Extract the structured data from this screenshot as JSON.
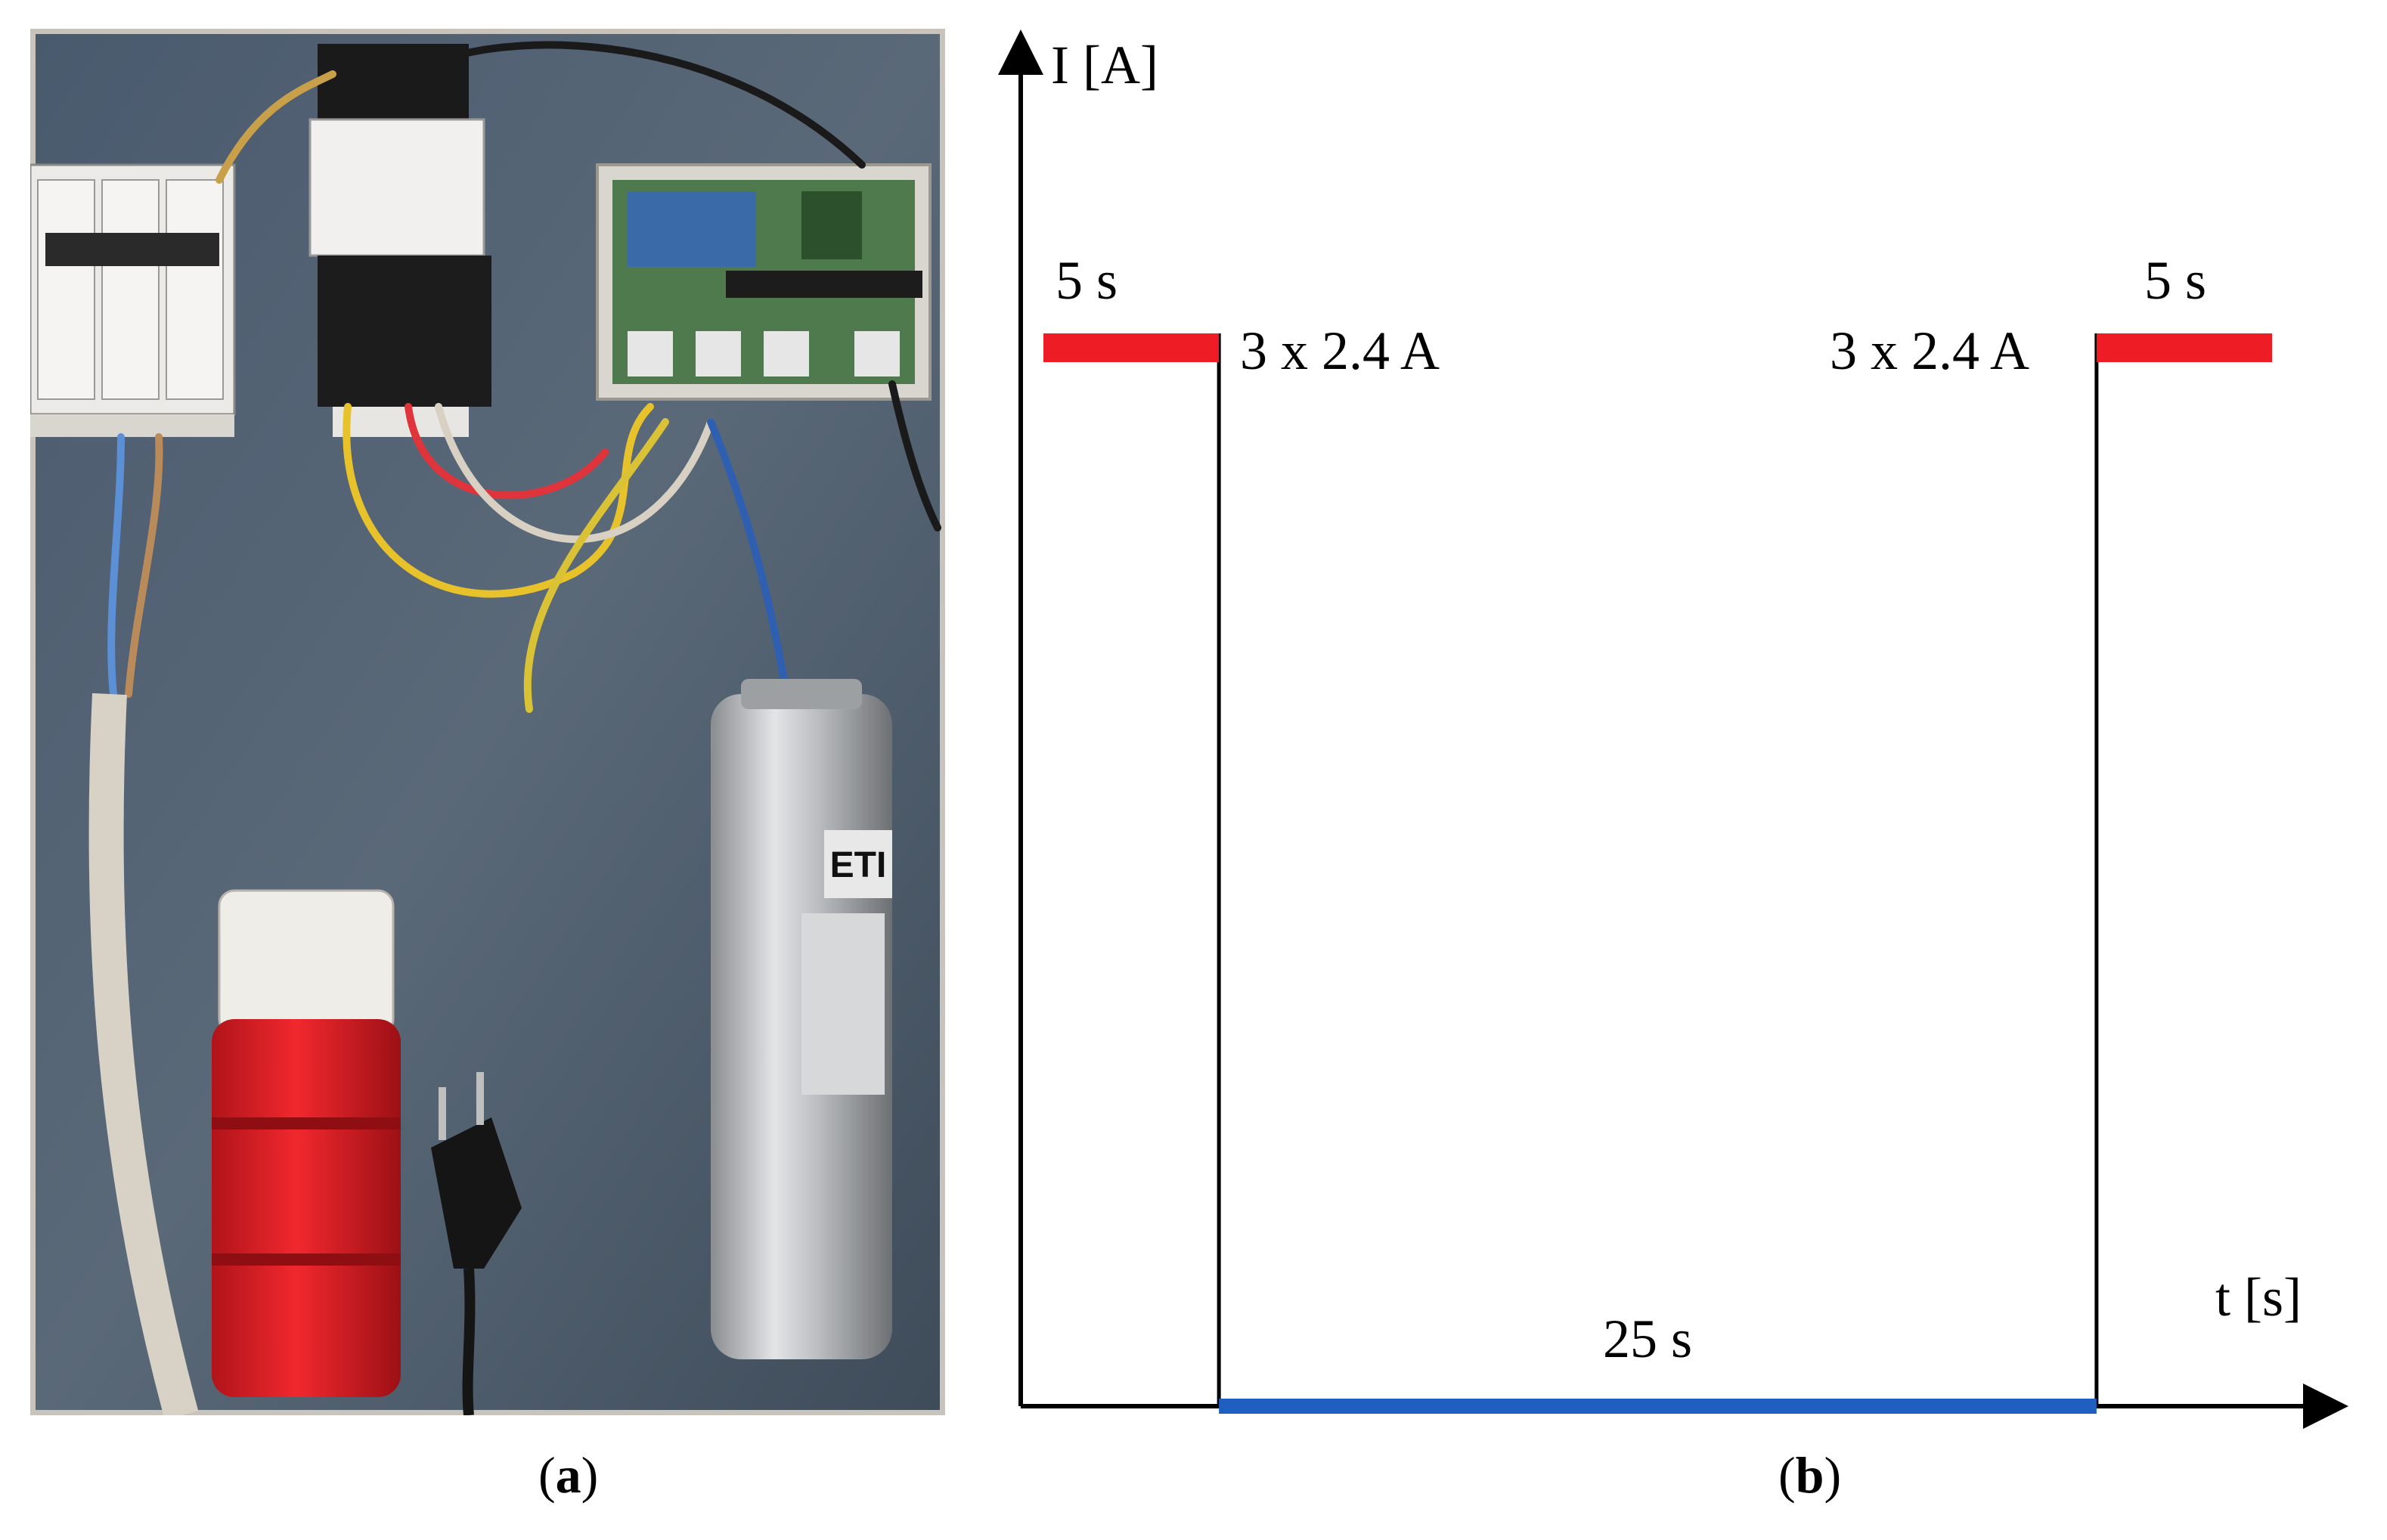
{
  "panel_a": {
    "caption_open": "(",
    "caption_letter": "a",
    "caption_close": ")",
    "capacitor_brand": "ETI"
  },
  "panel_b": {
    "caption_open": "(",
    "caption_letter": "b",
    "caption_close": ")",
    "y_axis_label": "I [A]",
    "x_axis_label": "t [s]",
    "left_pulse_duration": "5 s",
    "right_pulse_duration": "5 s",
    "left_current_label": "3 x 2.4 A",
    "right_current_label": "3 x 2.4 A",
    "off_duration": "25 s",
    "colors": {
      "on_segment": "#ee1c24",
      "off_segment": "#1f5fc0",
      "axis": "#000000"
    }
  },
  "chart_data": {
    "type": "line",
    "x_label": "t [s]",
    "y_label": "I [A]",
    "segments": [
      {
        "label": "5 s",
        "state": "on",
        "t_start": 0,
        "t_end": 5,
        "current_label": "3 x 2.4 A",
        "color": "#ee1c24"
      },
      {
        "label": "25 s",
        "state": "off",
        "t_start": 5,
        "t_end": 30,
        "color": "#1f5fc0"
      },
      {
        "label": "5 s",
        "state": "on",
        "t_start": 30,
        "t_end": 35,
        "current_label": "3 x 2.4 A",
        "color": "#ee1c24"
      }
    ],
    "on_current": 2.4,
    "grid": false
  }
}
